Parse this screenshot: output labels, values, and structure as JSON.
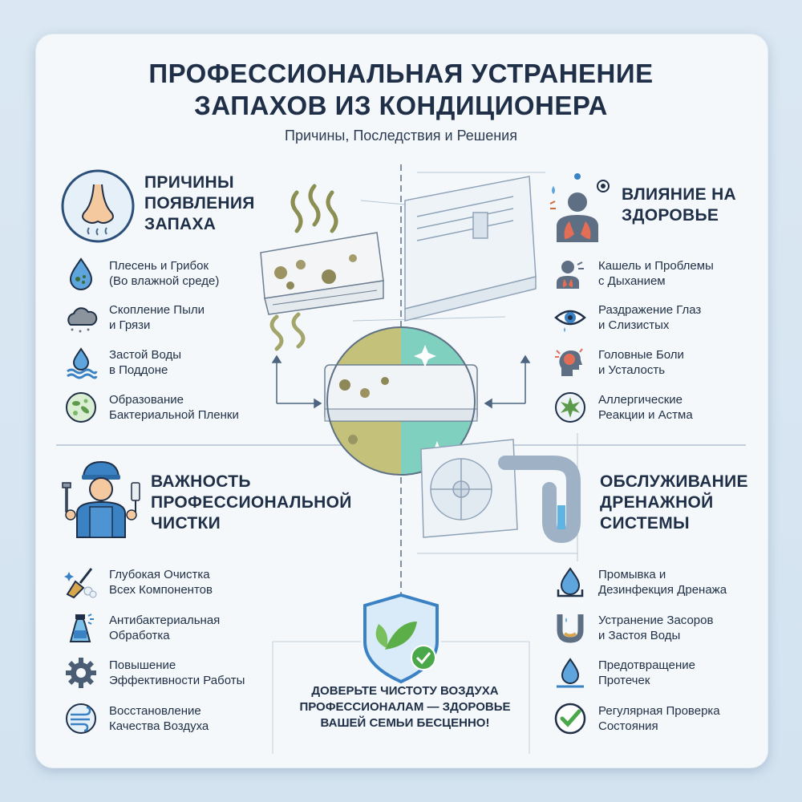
{
  "header": {
    "title_line1": "ПРОФЕССИОНАЛЬНАЯ УСТРАНЕНИЕ",
    "title_line2": "ЗАПАХОВ ИЗ КОНДИЦИОНЕРА",
    "subtitle": "Причины, Последствия и Решения"
  },
  "causes": {
    "title": [
      "Причины",
      "появления",
      "запаха"
    ],
    "items": [
      {
        "icon": "mold-drop-icon",
        "lines": [
          "Плесень и Грибок",
          "(Во влажной среде)"
        ]
      },
      {
        "icon": "dust-cloud-icon",
        "lines": [
          "Скопление Пыли",
          "и Грязи"
        ]
      },
      {
        "icon": "water-drop-icon",
        "lines": [
          "Застой Воды",
          "в Поддоне"
        ]
      },
      {
        "icon": "bacteria-icon",
        "lines": [
          "Образование",
          "Бактериальной Пленки"
        ]
      }
    ]
  },
  "health": {
    "title": [
      "Влияние на",
      "здоровье"
    ],
    "items": [
      {
        "icon": "cough-icon",
        "lines": [
          "Кашель и Проблемы",
          "с Дыханием"
        ]
      },
      {
        "icon": "eye-icon",
        "lines": [
          "Раздражение Глаз",
          "и Слизистых"
        ]
      },
      {
        "icon": "headache-icon",
        "lines": [
          "Головные Боли",
          "и Усталость"
        ]
      },
      {
        "icon": "allergy-icon",
        "lines": [
          "Аллергические",
          "Реакции и Астма"
        ]
      }
    ]
  },
  "cleaning": {
    "title": [
      "Важность",
      "профессиональной",
      "чистки"
    ],
    "items": [
      {
        "icon": "brush-icon",
        "lines": [
          "Глубокая Очистка",
          "Всех Компонентов"
        ]
      },
      {
        "icon": "spray-icon",
        "lines": [
          "Антибактериальная",
          "Обработка"
        ]
      },
      {
        "icon": "gear-icon",
        "lines": [
          "Повышение",
          "Эффективности Работы"
        ]
      },
      {
        "icon": "air-flow-icon",
        "lines": [
          "Восстановление",
          "Качества Воздуха"
        ]
      }
    ]
  },
  "drainage": {
    "title": [
      "Обслуживание",
      "дренажной",
      "системы"
    ],
    "items": [
      {
        "icon": "flush-drop-icon",
        "lines": [
          "Промывка и",
          "Дезинфекция Дренажа"
        ]
      },
      {
        "icon": "pipe-icon",
        "lines": [
          "Устранение Засоров",
          "и Застоя Воды"
        ]
      },
      {
        "icon": "leak-drop-icon",
        "lines": [
          "Предотвращение",
          "Протечек"
        ]
      },
      {
        "icon": "check-icon",
        "lines": [
          "Регулярная Проверка",
          "Состояния"
        ]
      }
    ]
  },
  "footer_message": [
    "Доверьте чистоту воздуха",
    "профессионалам — здоровье",
    "вашей семьи бесценно!"
  ],
  "colors": {
    "accent_blue": "#3a82c4",
    "dark_navy": "#1f2f47",
    "mold_olive": "#8d8a55",
    "clean_teal": "#4fb6a2",
    "check_green": "#4aa84a"
  }
}
